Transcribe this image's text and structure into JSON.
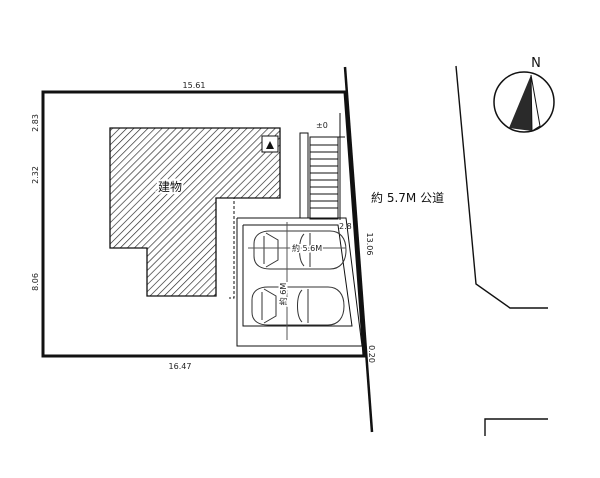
{
  "dimensions": {
    "top": "15.61",
    "bottom": "16.47",
    "left_upper": "2.83",
    "left_middle": "2.32",
    "left_lower": "8.06",
    "right": "13.06",
    "right_offset": "2.8",
    "corner_offset": "0.20"
  },
  "labels": {
    "building": "建物",
    "road": "約 5.7M 公道",
    "elevation": "±0",
    "parking_width": "約 5.6M",
    "parking_length": "約 6M",
    "north": "N"
  },
  "colors": {
    "line": "#111111",
    "hatch": "#222222",
    "compass_fill": "#2a2a2a"
  }
}
